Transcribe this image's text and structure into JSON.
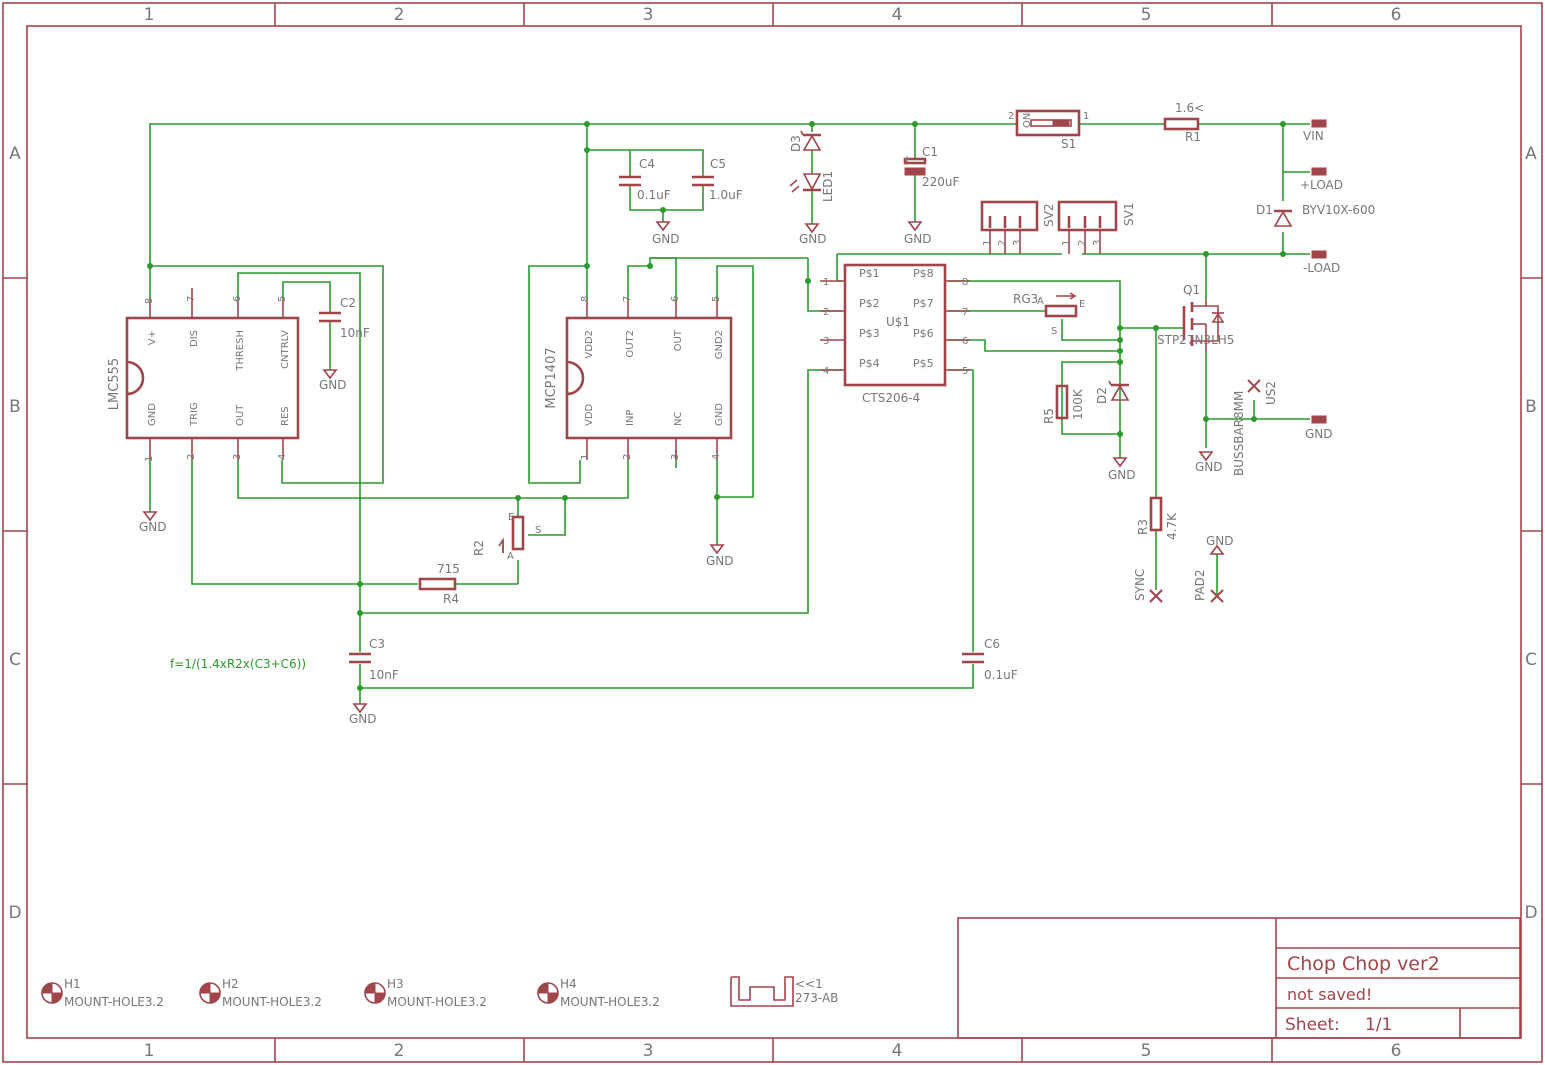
{
  "frame": {
    "columns": [
      "1",
      "2",
      "3",
      "4",
      "5",
      "6"
    ],
    "rows": [
      "A",
      "B",
      "C",
      "D"
    ]
  },
  "title_block": {
    "title": "Chop Chop ver2",
    "file": "not saved!",
    "sheet_label": "Sheet:",
    "sheet_value": "1/1"
  },
  "annotation": "f=1/(1.4xR2x(C3+C6))",
  "colors": {
    "part": "#a0464b",
    "net": "#2c9a2c",
    "label": "#777777"
  },
  "components": {
    "u_555": {
      "name": "LMC555",
      "pins_top": [
        "8",
        "7",
        "6",
        "5"
      ],
      "pins_bottom": [
        "1",
        "2",
        "3",
        "4"
      ],
      "labels_top": [
        "V+",
        "DIS",
        "THRESH",
        "CNTRLV"
      ],
      "labels_bottom": [
        "GND",
        "TRIG",
        "OUT",
        "RES"
      ]
    },
    "u_mcp": {
      "name": "MCP1407",
      "pins_top": [
        "8",
        "7",
        "6",
        "5"
      ],
      "pins_bottom": [
        "1",
        "2",
        "3",
        "4"
      ],
      "labels_top": [
        "VDD2",
        "OUT2",
        "OUT",
        "GND2"
      ],
      "labels_bottom": [
        "VDD",
        "INP",
        "NC",
        "GND"
      ]
    },
    "u1": {
      "name": "U$1",
      "value": "CTS206-4",
      "pins_left": [
        "1",
        "2",
        "3",
        "4"
      ],
      "pins_right": [
        "8",
        "7",
        "6",
        "5"
      ],
      "labels_left": [
        "P$1",
        "P$2",
        "P$3",
        "P$4"
      ],
      "labels_right": [
        "P$8",
        "P$7",
        "P$6",
        "P$5"
      ]
    },
    "c1": {
      "name": "C1",
      "value": "220uF"
    },
    "c2": {
      "name": "C2",
      "value": "10nF"
    },
    "c3": {
      "name": "C3",
      "value": "10nF"
    },
    "c4": {
      "name": "C4",
      "value": "0.1uF"
    },
    "c5": {
      "name": "C5",
      "value": "1.0uF"
    },
    "c6": {
      "name": "C6",
      "value": "0.1uF"
    },
    "r1": {
      "name": "R1",
      "value": "1.6<"
    },
    "r2": {
      "name": "R2",
      "pin_e": "E",
      "pin_s": "S",
      "pin_a": "A"
    },
    "r3": {
      "name": "R3",
      "value": "4.7K"
    },
    "r4": {
      "name": "R4",
      "value": "715"
    },
    "r5": {
      "name": "R5",
      "value": "100K"
    },
    "rg": {
      "name": "RG3",
      "pin_e": "E",
      "pin_s": "S",
      "pin_a": "A"
    },
    "d1": {
      "name": "D1",
      "value": "BYV10X-600"
    },
    "d2": {
      "name": "D2"
    },
    "d3": {
      "name": "D3"
    },
    "led": {
      "name": "LED1"
    },
    "q1": {
      "name": "Q1",
      "value": "STP27N3LH5"
    },
    "s1": {
      "name": "S1",
      "on": "ON",
      "pin1": "1",
      "pin2": "2"
    },
    "sv1": {
      "name": "SV1",
      "pins": [
        "1",
        "2",
        "3"
      ]
    },
    "sv2": {
      "name": "SV2",
      "pins": [
        "1",
        "2",
        "3"
      ]
    },
    "us2": {
      "name": "US2",
      "value": "BUSSBAR8MM"
    },
    "pad2": {
      "name": "PAD2"
    },
    "sync": {
      "name": "SYNC"
    },
    "heatsink": {
      "name": "<<1",
      "value": "273-AB"
    },
    "holes": [
      {
        "name": "H1",
        "value": "MOUNT-HOLE3.2"
      },
      {
        "name": "H2",
        "value": "MOUNT-HOLE3.2"
      },
      {
        "name": "H3",
        "value": "MOUNT-HOLE3.2"
      },
      {
        "name": "H4",
        "value": "MOUNT-HOLE3.2"
      }
    ]
  },
  "nets": {
    "gnd": "GND",
    "vin": "VIN",
    "plus_load": "+LOAD",
    "minus_load": "-LOAD"
  }
}
